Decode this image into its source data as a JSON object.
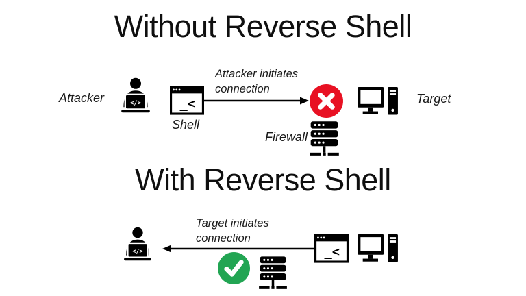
{
  "colors": {
    "background": "#ffffff",
    "ink": "#000000",
    "error_red": "#e81123",
    "success_green": "#22a553"
  },
  "sections": {
    "without": {
      "title": "Without Reverse Shell",
      "attacker_label": "Attacker",
      "shell_label": "Shell",
      "arrow_label": {
        "line1": "Attacker initiates",
        "line2": "connection"
      },
      "firewall_label": "Firewall",
      "target_label": "Target"
    },
    "with": {
      "title": "With Reverse Shell",
      "arrow_label": {
        "line1": "Target initiates",
        "line2": "connection"
      }
    }
  },
  "glyphs": {
    "laptop_code": "</>",
    "terminal_prompt": "_<"
  },
  "icons": {
    "attacker": "person-at-laptop",
    "shell": "terminal-window",
    "blocked": "red-x-circle",
    "firewall": "server-stack",
    "target": "desktop-computer",
    "allowed": "green-check-circle"
  }
}
